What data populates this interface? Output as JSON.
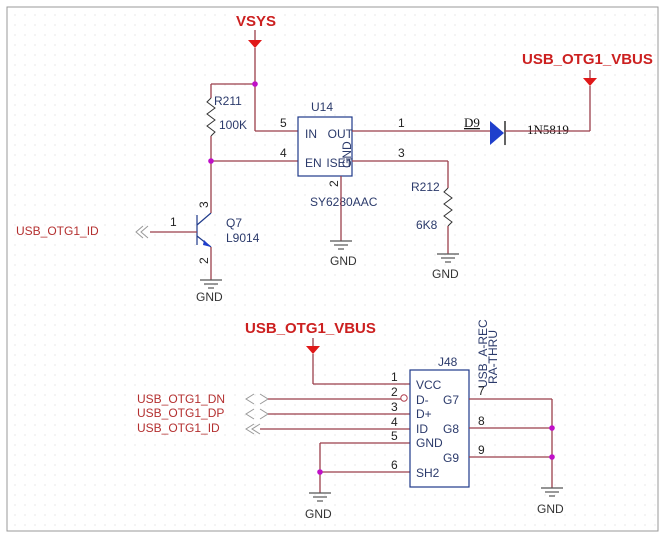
{
  "nets": {
    "vsys": "VSYS",
    "vbus_top": "USB_OTG1_VBUS",
    "vbus_bottom": "USB_OTG1_VBUS",
    "otg_id_left": "USB_OTG1_ID",
    "dn": "USB_OTG1_DN",
    "dp": "USB_OTG1_DP",
    "id": "USB_OTG1_ID",
    "gnd": "GND"
  },
  "r211": {
    "ref": "R211",
    "value": "100K"
  },
  "r212": {
    "ref": "R212",
    "value": "6K8"
  },
  "u14": {
    "ref": "U14",
    "part": "SY6280AAC",
    "pins": {
      "in": "IN",
      "en": "EN",
      "out": "OUT",
      "iset": "ISET",
      "gnd": "GND"
    },
    "pin_numbers": {
      "in": "5",
      "en": "4",
      "out": "1",
      "iset": "3",
      "gnd": "2"
    }
  },
  "d9": {
    "ref": "D9",
    "part": "1N5819"
  },
  "q7": {
    "ref": "Q7",
    "part": "L9014",
    "pin_numbers": {
      "base": "1",
      "collector": "3",
      "emitter": "2"
    }
  },
  "j48": {
    "ref": "J48",
    "part_line1": "USB_A-REC",
    "part_line2": "RA-THRU",
    "pins_left": [
      {
        "num": "1",
        "name": "VCC"
      },
      {
        "num": "2",
        "name": "D-"
      },
      {
        "num": "3",
        "name": "D+"
      },
      {
        "num": "4",
        "name": "ID"
      },
      {
        "num": "5",
        "name": "GND"
      },
      {
        "num": "6",
        "name": "SH2"
      }
    ],
    "pins_right": [
      {
        "num": "7",
        "name": "G7"
      },
      {
        "num": "8",
        "name": "G8"
      },
      {
        "num": "9",
        "name": "G9"
      }
    ]
  }
}
